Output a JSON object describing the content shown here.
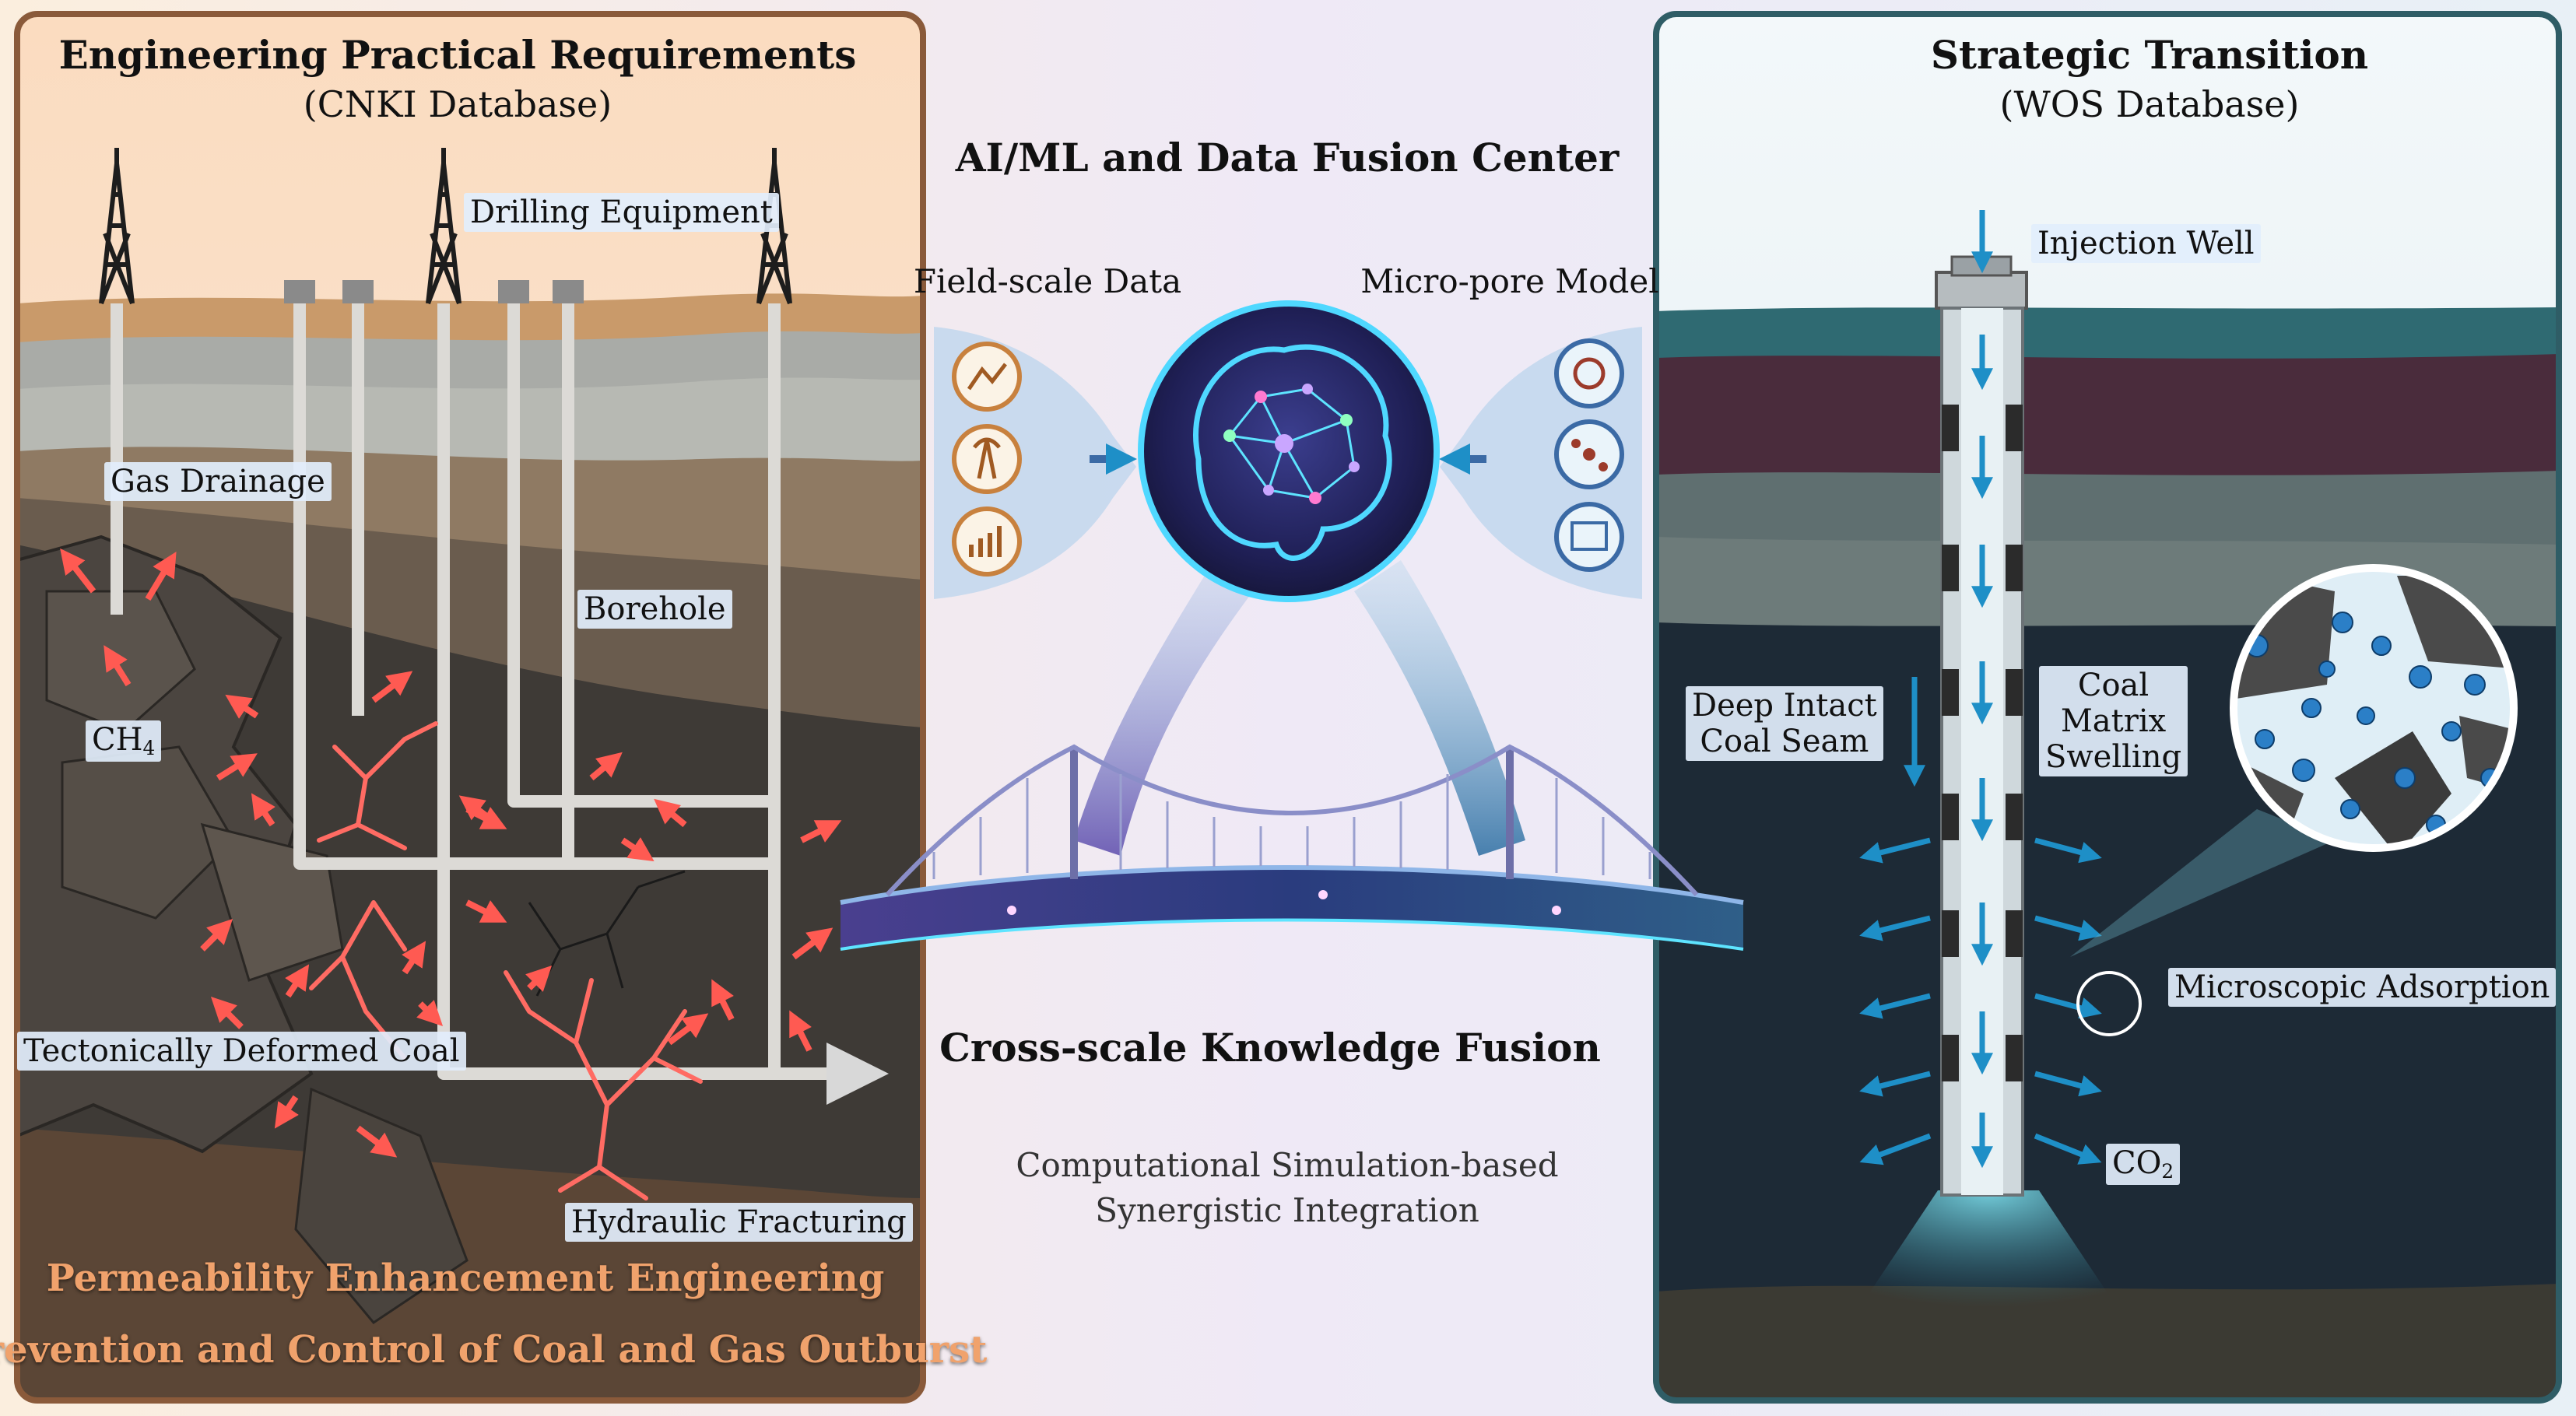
{
  "left_panel": {
    "title": "Engineering Practical Requirements",
    "subtitle": "(CNKI Database)",
    "labels": {
      "drilling_equipment": "Drilling Equipment",
      "gas_drainage": "Gas Drainage",
      "borehole": "Borehole",
      "ch4_base": "CH",
      "ch4_sub": "4",
      "tectonically_deformed_coal": "Tectonically Deformed Coal",
      "hydraulic_fracturing": "Hydraulic Fracturing"
    },
    "footer": {
      "line1": "Permeability Enhancement Engineering",
      "line2": "Prevention and Control of Coal and Gas Outburst"
    }
  },
  "center_panel": {
    "title": "AI/ML and Data Fusion Center",
    "field_scale_data": "Field-scale Data",
    "micro_pore_model": "Micro-pore Model",
    "bridge_title": "Cross-scale Knowledge Fusion",
    "caption_line1": "Computational Simulation-based",
    "caption_line2": "Synergistic Integration"
  },
  "right_panel": {
    "title": "Strategic Transition",
    "subtitle": "(WOS Database)",
    "labels": {
      "injection_well": "Injection Well",
      "deep_intact_line1": "Deep Intact",
      "deep_intact_line2": "Coal Seam",
      "coal_line1": "Coal",
      "coal_line2": "Matrix",
      "coal_line3": "Swelling",
      "microscopic_adsorption": "Microscopic Adsorption",
      "co2_base": "CO",
      "co2_sub": "2"
    }
  },
  "colors": {
    "left_frame": "#8a5a3a",
    "right_frame": "#2f5d66",
    "gas_arrow": "#ff5a52",
    "co2_arrow": "#1e8fc7",
    "footer_text": "#f0a26c",
    "brain_glow": "#4fd8ff"
  },
  "icons": [
    "derrick-icon",
    "wellhead-icon",
    "brain-network-icon",
    "terrain-map-icon",
    "signal-tower-icon",
    "growth-chart-icon",
    "molecule-ring-icon",
    "molecule-cluster-icon",
    "pore-image-icon",
    "suspension-bridge-icon"
  ]
}
